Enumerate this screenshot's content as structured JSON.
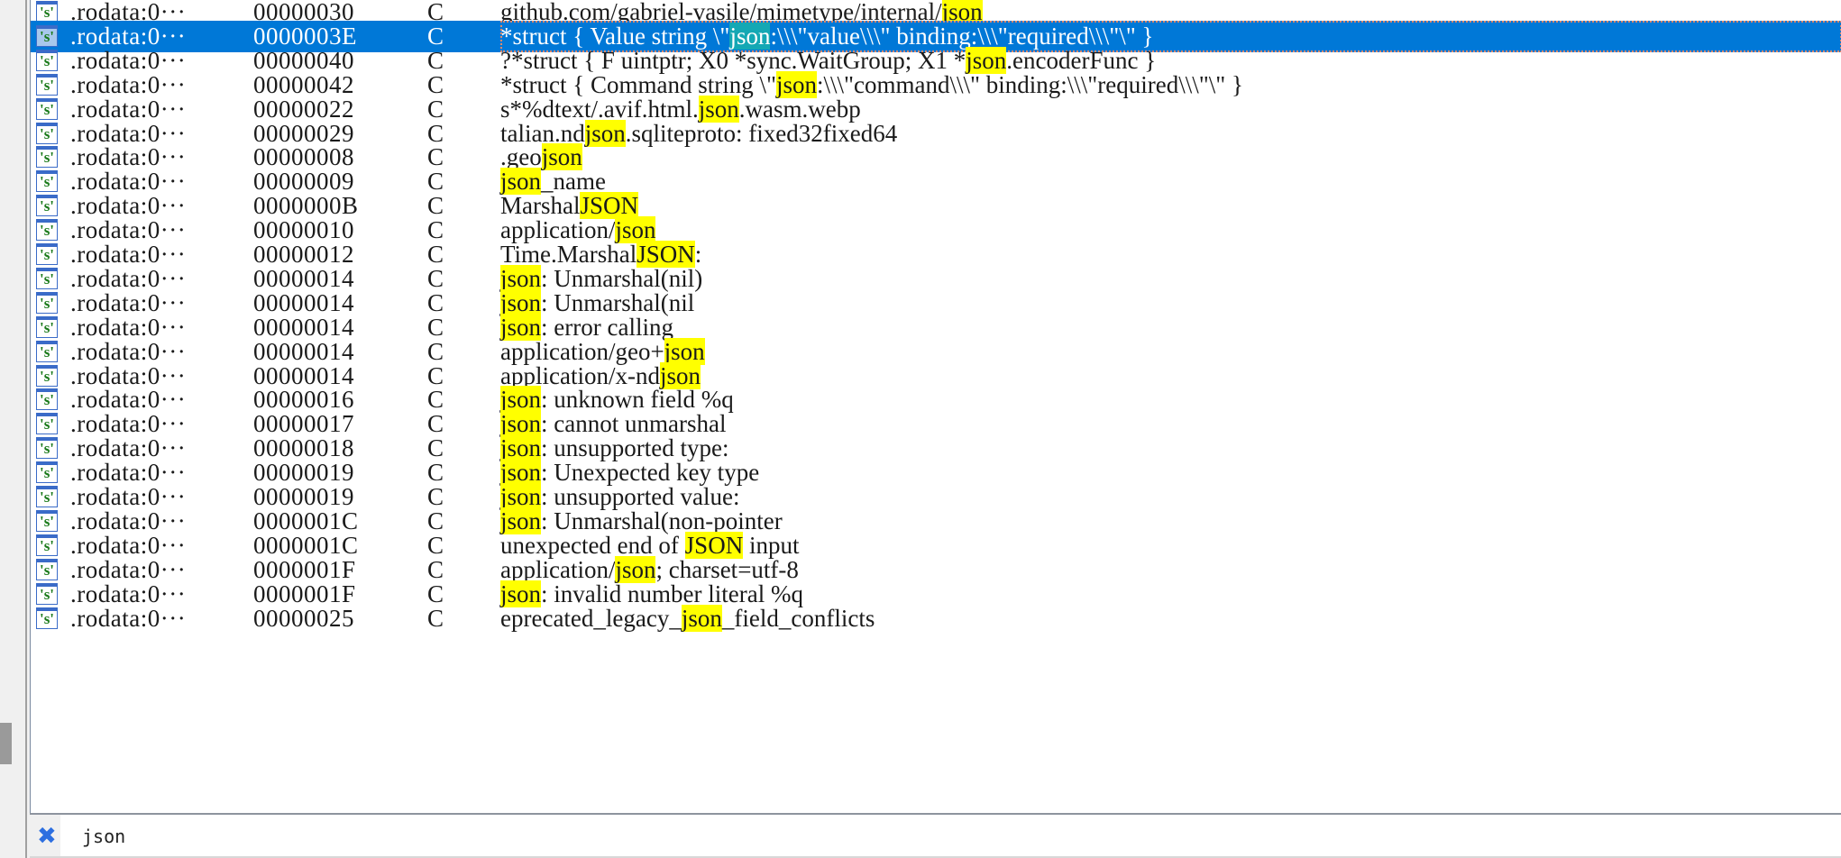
{
  "list": {
    "rows": [
      {
        "address": ".rodata:0···",
        "length": "00000030",
        "type": "C",
        "text": [
          "github.com/gabriel-vasile/mimetype/internal/",
          "json",
          ""
        ]
      },
      {
        "address": ".rodata:0···",
        "length": "0000003E",
        "type": "C",
        "selected": true,
        "text": [
          "*struct { Value string \\\"",
          "json",
          ":\\\\\\\"value\\\\\\\" binding:\\\\\\\"required\\\\\\\"\\\" }"
        ]
      },
      {
        "address": ".rodata:0···",
        "length": "00000040",
        "type": "C",
        "text": [
          "?*struct { F uintptr; X0 *sync.WaitGroup; X1 *",
          "json",
          ".encoderFunc }"
        ]
      },
      {
        "address": ".rodata:0···",
        "length": "00000042",
        "type": "C",
        "text": [
          "*struct { Command string \\\"",
          "json",
          ":\\\\\\\"command\\\\\\\" binding:\\\\\\\"required\\\\\\\"\\\" }"
        ]
      },
      {
        "address": ".rodata:0···",
        "length": "00000022",
        "type": "C",
        "text": [
          "s*%dtext/.avif.html.",
          "json",
          ".wasm.webp"
        ]
      },
      {
        "address": ".rodata:0···",
        "length": "00000029",
        "type": "C",
        "text": [
          "talian.nd",
          "json",
          ".sqliteproto: fixed32fixed64"
        ]
      },
      {
        "address": ".rodata:0···",
        "length": "00000008",
        "type": "C",
        "text": [
          ".geo",
          "json",
          ""
        ]
      },
      {
        "address": ".rodata:0···",
        "length": "00000009",
        "type": "C",
        "text": [
          "",
          "json",
          "_name"
        ]
      },
      {
        "address": ".rodata:0···",
        "length": "0000000B",
        "type": "C",
        "text": [
          "Marshal",
          "JSON",
          ""
        ]
      },
      {
        "address": ".rodata:0···",
        "length": "00000010",
        "type": "C",
        "text": [
          "application/",
          "json",
          ""
        ]
      },
      {
        "address": ".rodata:0···",
        "length": "00000012",
        "type": "C",
        "text": [
          "Time.Marshal",
          "JSON",
          ":"
        ]
      },
      {
        "address": ".rodata:0···",
        "length": "00000014",
        "type": "C",
        "text": [
          "",
          "json",
          ": Unmarshal(nil)"
        ]
      },
      {
        "address": ".rodata:0···",
        "length": "00000014",
        "type": "C",
        "text": [
          "",
          "json",
          ": Unmarshal(nil"
        ]
      },
      {
        "address": ".rodata:0···",
        "length": "00000014",
        "type": "C",
        "text": [
          "",
          "json",
          ": error calling"
        ]
      },
      {
        "address": ".rodata:0···",
        "length": "00000014",
        "type": "C",
        "text": [
          "application/geo+",
          "json",
          ""
        ]
      },
      {
        "address": ".rodata:0···",
        "length": "00000014",
        "type": "C",
        "text": [
          "application/x-nd",
          "json",
          ""
        ]
      },
      {
        "address": ".rodata:0···",
        "length": "00000016",
        "type": "C",
        "text": [
          "",
          "json",
          ": unknown field %q"
        ]
      },
      {
        "address": ".rodata:0···",
        "length": "00000017",
        "type": "C",
        "text": [
          "",
          "json",
          ": cannot unmarshal"
        ]
      },
      {
        "address": ".rodata:0···",
        "length": "00000018",
        "type": "C",
        "text": [
          "",
          "json",
          ": unsupported type:"
        ]
      },
      {
        "address": ".rodata:0···",
        "length": "00000019",
        "type": "C",
        "text": [
          "",
          "json",
          ": Unexpected key type"
        ]
      },
      {
        "address": ".rodata:0···",
        "length": "00000019",
        "type": "C",
        "text": [
          "",
          "json",
          ": unsupported value:"
        ]
      },
      {
        "address": ".rodata:0···",
        "length": "0000001C",
        "type": "C",
        "text": [
          "",
          "json",
          ": Unmarshal(non-pointer"
        ]
      },
      {
        "address": ".rodata:0···",
        "length": "0000001C",
        "type": "C",
        "text": [
          "unexpected end of ",
          "JSON",
          " input"
        ]
      },
      {
        "address": ".rodata:0···",
        "length": "0000001F",
        "type": "C",
        "text": [
          "application/",
          "json",
          "; charset=utf-8"
        ]
      },
      {
        "address": ".rodata:0···",
        "length": "0000001F",
        "type": "C",
        "text": [
          "",
          "json",
          ": invalid number literal %q"
        ]
      },
      {
        "address": ".rodata:0···",
        "length": "00000025",
        "type": "C",
        "text": [
          "eprecated_legacy_",
          "json",
          "_field_conflicts"
        ]
      }
    ],
    "icon": "string-literal-icon",
    "icon_glyph": "'s'"
  },
  "filter": {
    "value": "json",
    "clear_icon": "clear-filter-icon",
    "clear_glyph": "✖"
  },
  "colors": {
    "selection": "#0078d7",
    "highlight": "#ffff00",
    "selected_highlight": "#14a8b4",
    "icon_text": "#1a7a1a",
    "clear_icon": "#2d6fe0"
  }
}
